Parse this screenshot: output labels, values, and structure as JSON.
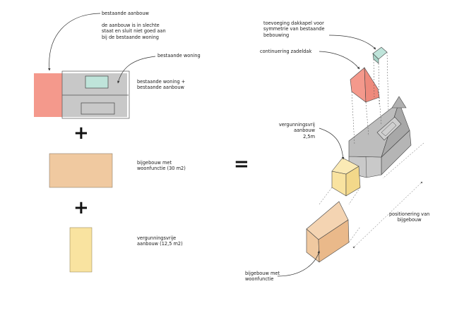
{
  "left": {
    "existing_extension": "bestaande aanbouw",
    "note": "de aanbouw is in slechte\nstaat en sluit niet goed aan\nbij de bestaande woning",
    "existing_house": "bestaande woning",
    "house_and_extension": "bestaande woning +\nbestaande aanbouw",
    "outbuilding": "bijgebouw met\nwoonfunctie (30 m2)",
    "permit_free_extension": "vergunningsvrije\naanbouw (12,5 m2)",
    "plus_sign": "+",
    "equals_sign": "="
  },
  "right": {
    "dormer": "toevoeging dakkapel voor\nsymmetrie van bestaande\nbebouwing",
    "gable_roof": "continuering zadeldak",
    "permit_free_extension": "vergunningsvrij aanbouw\n2,5m",
    "positioning": "positionering van\nbijgebouw",
    "outbuilding": "bijgebouw met\nwoonfunctie"
  },
  "colors": {
    "red": "#f4998c",
    "grey": "#c8c8c8",
    "teal": "#bfe4da",
    "peach": "#f0c9a0",
    "yellow": "#f9e3a0",
    "line": "#333333"
  }
}
